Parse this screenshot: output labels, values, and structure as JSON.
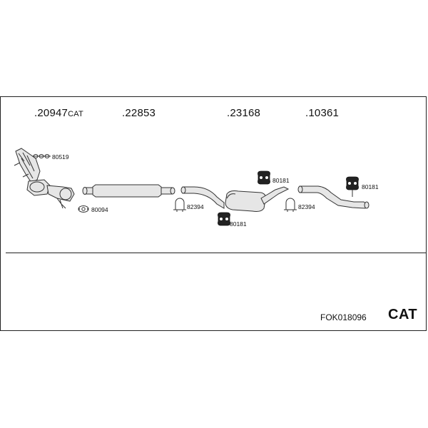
{
  "parts": [
    {
      "number": "20947",
      "suffix": "CAT"
    },
    {
      "number": "22853",
      "suffix": ""
    },
    {
      "number": "23168",
      "suffix": ""
    },
    {
      "number": "10361",
      "suffix": ""
    }
  ],
  "accessories": {
    "gasket_top": "80519",
    "gasket_front": "80094",
    "clamp_left": "82394",
    "clamp_right": "82394",
    "hanger_lower": "80181",
    "hanger_upper": "80181",
    "hanger_rear": "80181"
  },
  "reference": "FOK018096",
  "badge": "CAT"
}
